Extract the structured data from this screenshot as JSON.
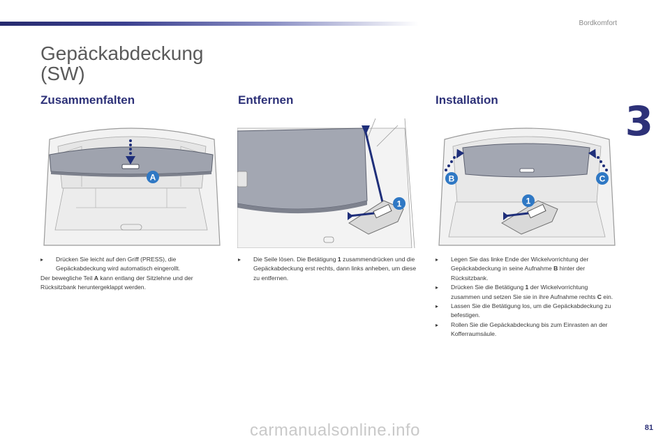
{
  "header": {
    "section_label": "Bordkomfort",
    "chapter_number": "3"
  },
  "page_title_line1": "Gepäckabdeckung",
  "page_title_line2": "(SW)",
  "columns": [
    {
      "title": "Zusammenfalten",
      "figure_labels": [
        "A"
      ],
      "paragraphs": [
        {
          "bullet": "",
          "text": "Drücken Sie leicht auf den Griff (PRESS), die Gepäckabdeckung wird automatisch eingerollt."
        },
        {
          "pre": "Der bewegliche Teil ",
          "bold": "A",
          "post": " kann entlang der Sitzlehne und der Rücksitzbank heruntergeklappt werden."
        }
      ]
    },
    {
      "title": "Entfernen",
      "figure_labels": [
        "1"
      ],
      "paragraphs": [
        {
          "bullet": "",
          "pre": "Die Seile lösen. Die Betätigung ",
          "bold": "1",
          "post": " zusammendrücken und die Gepäckabdeckung erst rechts, dann links anheben, um diese zu entfernen."
        }
      ]
    },
    {
      "title": "Installation",
      "figure_labels": [
        "B",
        "C",
        "1"
      ],
      "paragraphs": [
        {
          "bullet": "",
          "pre": "Legen Sie das linke Ende der Wickelvorrichtung der Gepäckabdeckung in seine Aufnahme ",
          "bold": "B",
          "post": " hinter der Rücksitzbank."
        },
        {
          "bullet": "",
          "pre": "Drücken Sie die Betätigung ",
          "bold": "1",
          "post": " der Wickelvorrichtung zusammen und setzen Sie sie in ihre Aufnahme rechts "
        },
        {
          "bullet": "",
          "text": "Lassen Sie die Betätigung los, um die Gepäckabdeckung zu befestigen."
        },
        {
          "bullet": "",
          "text": "Rollen Sie die Gepäckabdeckung bis zum Einrasten an der Kofferraumsäule."
        }
      ],
      "extra_bold_C": "C",
      "extra_tail": " ein."
    }
  ],
  "page_number": "81",
  "watermark": "carmanualsonline.info",
  "colors": {
    "accent": "#2d3178",
    "title_gray": "#5a5a5a",
    "label_circle": "#2f78c4"
  }
}
